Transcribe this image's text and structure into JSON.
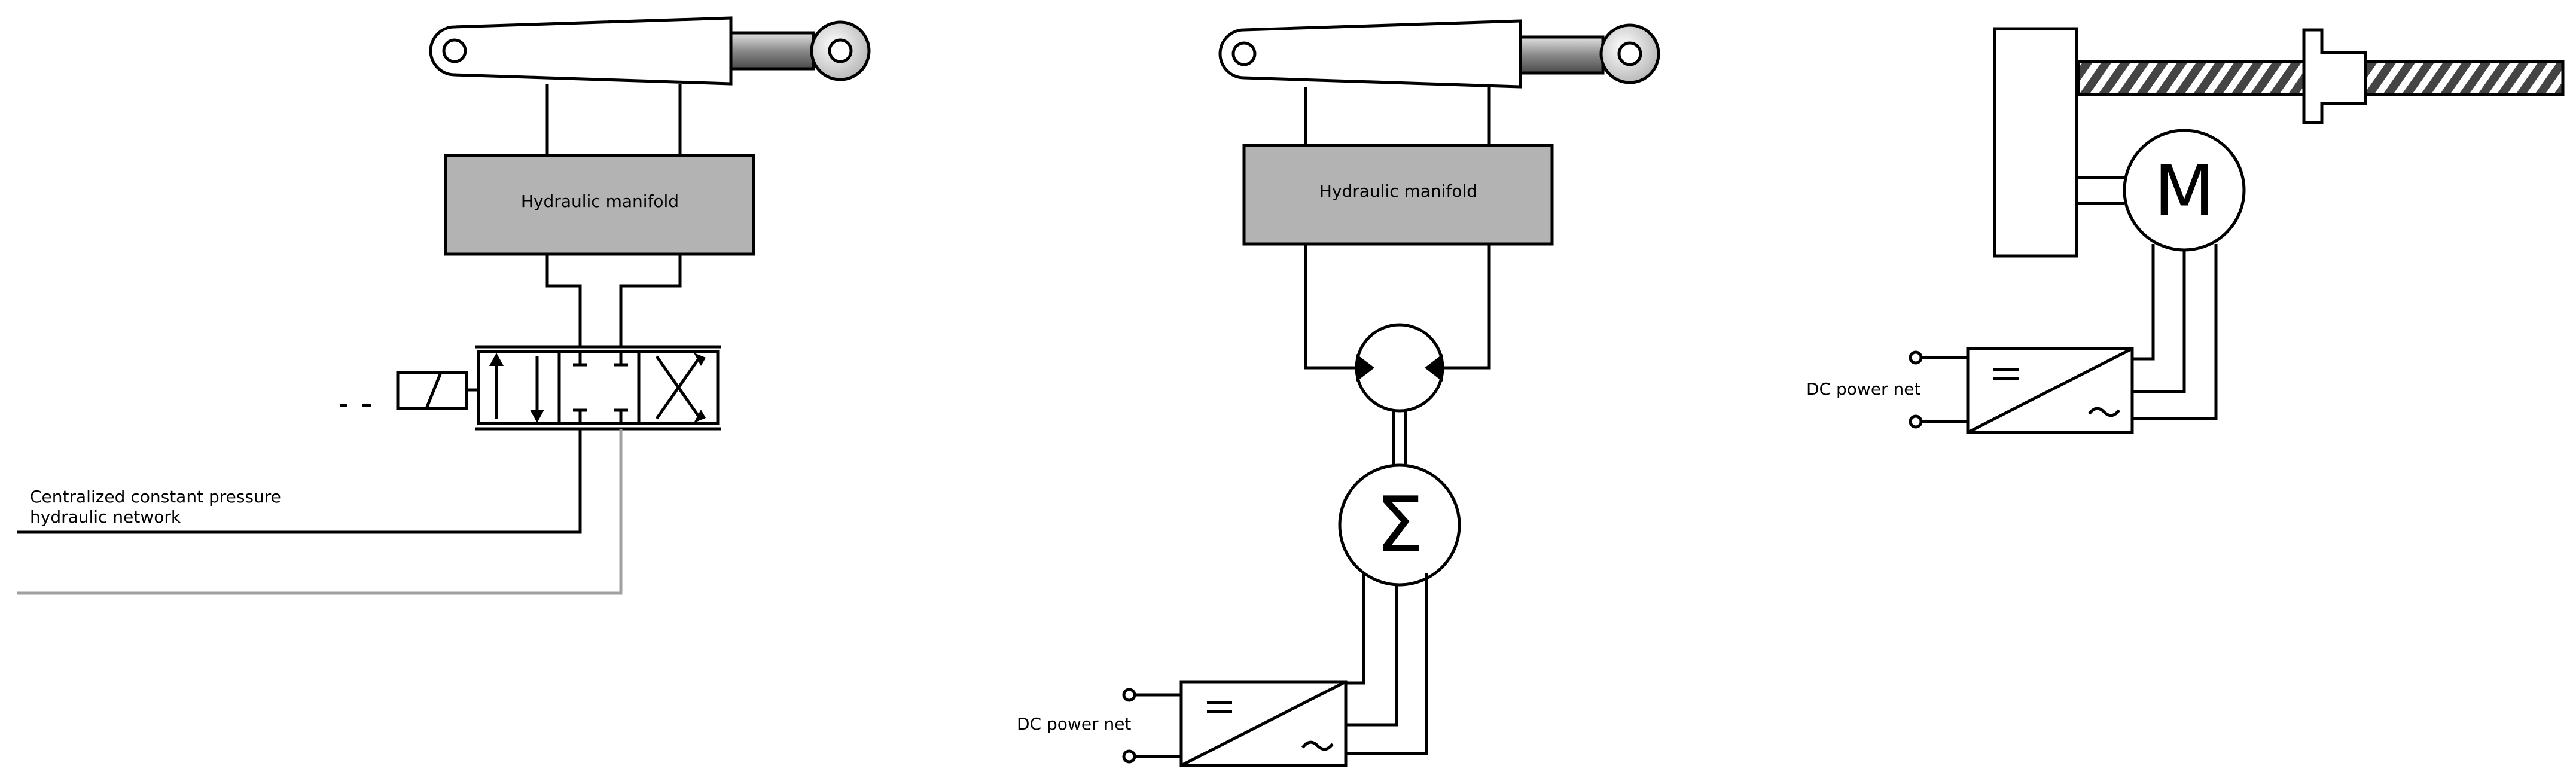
{
  "labels": {
    "manifold_left": "Hydraulic manifold",
    "manifold_middle": "Hydraulic manifold",
    "network_line1": "Centralized constant pressure",
    "network_line2": "hydraulic network",
    "dc_middle": "DC power net",
    "dc_right": "DC power net"
  },
  "symbols": {
    "sigma": "Σ",
    "motor": "M",
    "dc": "=",
    "ac": "~"
  },
  "colors": {
    "manifold_fill": "#b3b3b3",
    "rod_dark": "#5a5a5a",
    "rod_light": "#d0d0d0",
    "return_line": "#a0a0a0",
    "screw_fill": "#555555"
  }
}
